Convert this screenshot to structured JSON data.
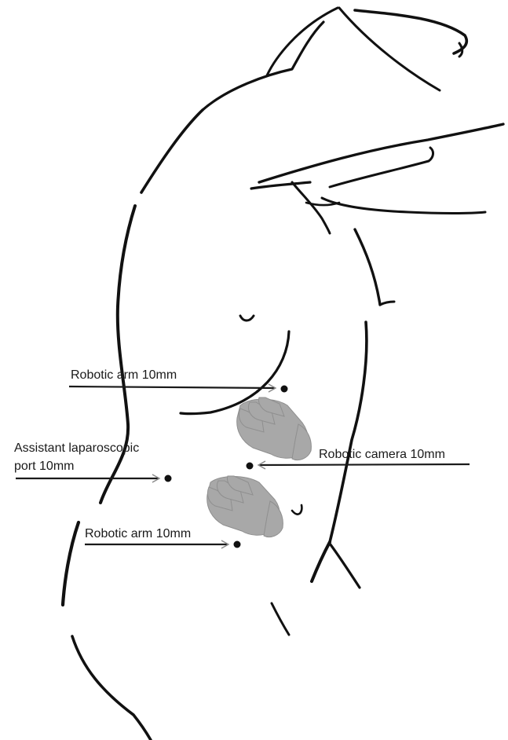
{
  "labels": {
    "robotic_arm_upper": "Robotic arm 10mm",
    "assistant_port_line1": "Assistant laparoscopic",
    "assistant_port_line2": "port 10mm",
    "robotic_camera": "Robotic camera 10mm",
    "robotic_arm_lower": "Robotic arm 10mm"
  },
  "colors": {
    "outline": "#111111",
    "hand_fill": "#a8a8a8",
    "port_dot": "#111111"
  }
}
